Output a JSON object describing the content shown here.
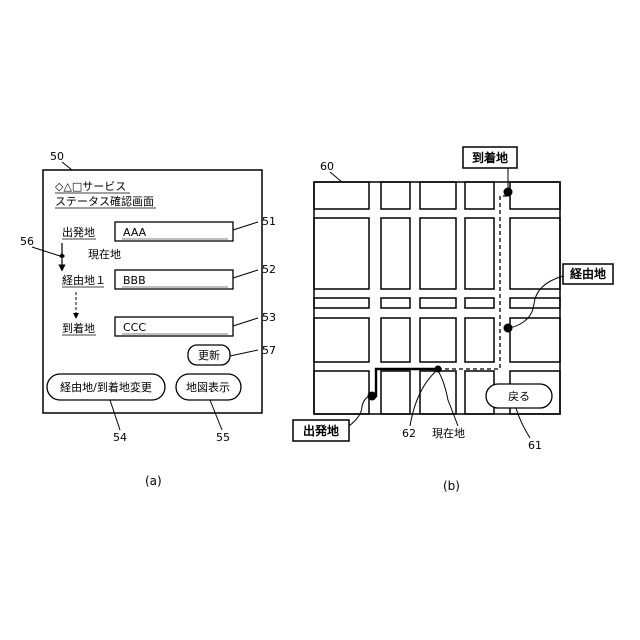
{
  "panel_a": {
    "ref_screen": "50",
    "title_line1": "◇△□サービス",
    "title_line2": "ステータス確認画面",
    "departure_label": "出発地",
    "departure_value": "AAA",
    "ref_departure_field": "51",
    "ref_progress": "56",
    "current_location_label": "現在地",
    "waypoint_label": "経由地１",
    "waypoint_value": "BBB",
    "ref_waypoint_field": "52",
    "arrival_label": "到着地",
    "arrival_value": "CCC",
    "ref_arrival_field": "53",
    "update_button": "更新",
    "ref_update_button": "57",
    "change_button": "経由地/到着地変更",
    "ref_change_button": "54",
    "map_button": "地図表示",
    "ref_map_button": "55",
    "caption": "(a)"
  },
  "panel_b": {
    "ref_map": "60",
    "arrival_callout": "到着地",
    "waypoint_callout": "経由地",
    "departure_callout": "出発地",
    "current_location_label": "現在地",
    "ref_route": "62",
    "back_button": "戻る",
    "ref_back_button": "61",
    "caption": "(b)"
  }
}
